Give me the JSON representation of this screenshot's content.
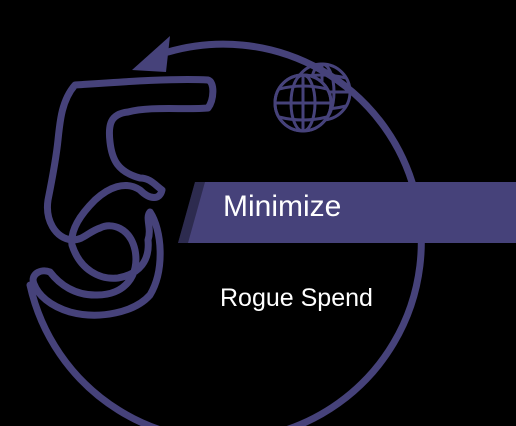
{
  "step": {
    "number_label": "5",
    "title": "Minimize",
    "subtitle": "Rogue Spend"
  },
  "colors": {
    "background": "#000000",
    "accent": "#46427a",
    "text": "#ffffff"
  },
  "icons": {
    "badge": "globe-icon",
    "cycle": "circular-arrow-icon"
  }
}
